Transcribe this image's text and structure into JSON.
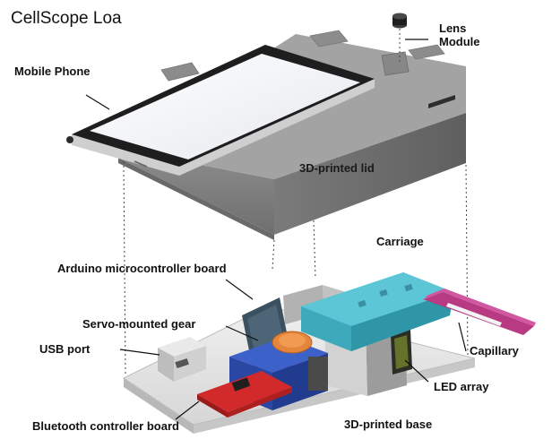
{
  "title": "CellScope Loa",
  "labels": {
    "lens_module": "Lens Module",
    "mobile_phone": "Mobile Phone",
    "lid": "3D-printed lid",
    "carriage": "Carriage",
    "arduino": "Arduino microcontroller board",
    "servo_gear": "Servo-mounted gear",
    "usb_port": "USB port",
    "capillary": "Capillary",
    "led_array": "LED array",
    "bluetooth": "Bluetooth controller board",
    "base": "3D-printed base"
  },
  "colors": {
    "lid_top": "#9a9a9a",
    "lid_side": "#777777",
    "base": "#e6e6e6",
    "carriage": "#4bb8c7",
    "capillary": "#c0408c",
    "servo": "#2c4fb4",
    "bluetooth_board": "#d22a2a",
    "gear": "#e3863c",
    "phone_screen": "#f1f3f6"
  }
}
